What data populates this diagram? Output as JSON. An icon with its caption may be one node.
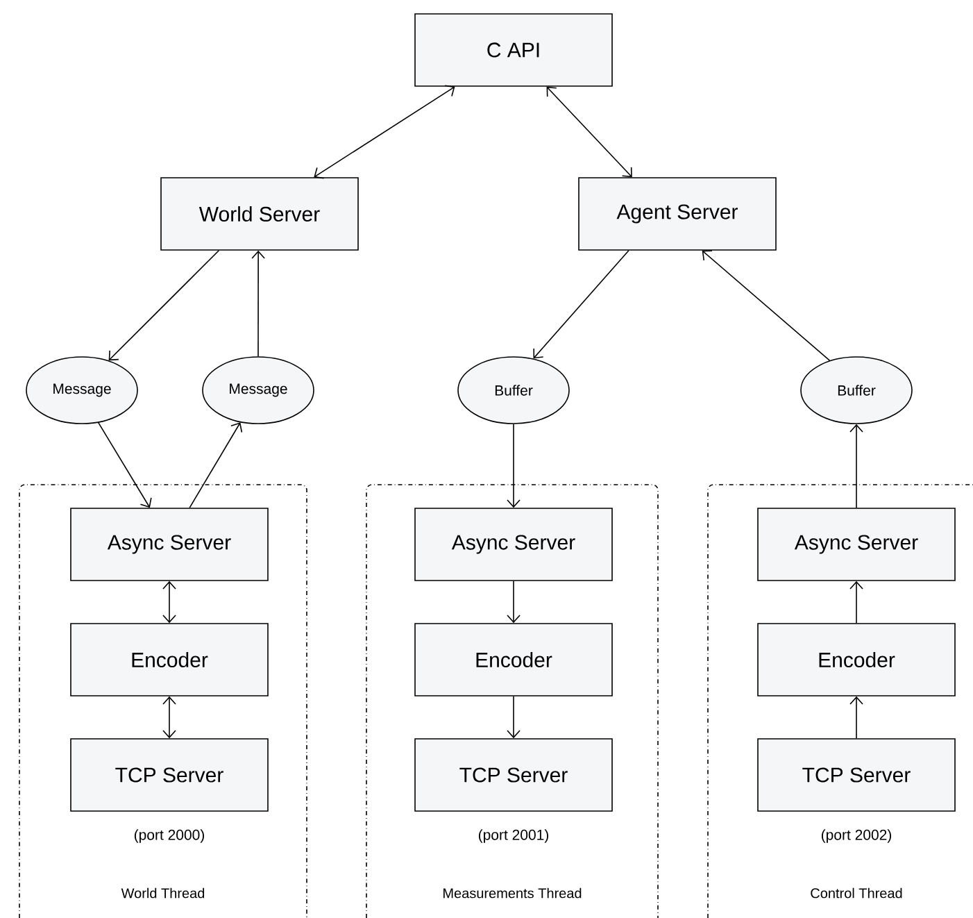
{
  "diagram": {
    "nodes": [
      {
        "text": [
          "C API"
        ]
      },
      {
        "text": [
          "World Server"
        ]
      },
      {
        "text": [
          "Agent Server"
        ]
      },
      {
        "text": [
          "Message"
        ]
      },
      {
        "text": [
          "Message"
        ]
      },
      {
        "text": [
          "Buffer"
        ]
      },
      {
        "text": [
          "Buffer"
        ]
      },
      {
        "text": [
          "World Thread"
        ]
      },
      {
        "text": [
          "Async Server"
        ],
        "in": 7
      },
      {
        "text": [
          "Encoder"
        ],
        "in": 7
      },
      {
        "text": [
          "TCP Server"
        ],
        "in": 7,
        "beside": [
          "(port 2000)"
        ]
      },
      {
        "text": [
          "Measurements Thread"
        ]
      },
      {
        "text": [
          "Async Server"
        ],
        "in": 11
      },
      {
        "text": [
          "Encoder"
        ],
        "in": 11
      },
      {
        "text": [
          "TCP Server"
        ],
        "in": 11,
        "beside": [
          "(port 2001)"
        ]
      },
      {
        "text": [
          "Control Thread"
        ]
      },
      {
        "text": [
          "Async Server"
        ],
        "in": 15
      },
      {
        "text": [
          "Encoder"
        ],
        "in": 15
      },
      {
        "text": [
          "TCP Server"
        ],
        "in": 15,
        "beside": [
          "(port 2002)"
        ]
      }
    ],
    "edges": [
      {
        "from": 0,
        "to": 1,
        "arrow": "both"
      },
      {
        "from": 0,
        "to": 2,
        "arrow": "both"
      },
      {
        "from": 1,
        "to": 3,
        "arrow": "to"
      },
      {
        "from": 4,
        "to": 1,
        "arrow": "to"
      },
      {
        "from": 2,
        "to": 5,
        "arrow": "to"
      },
      {
        "from": 6,
        "to": 2,
        "arrow": "to"
      },
      {
        "from": 3,
        "to": 8,
        "arrow": "to"
      },
      {
        "from": 8,
        "to": 4,
        "arrow": "to"
      },
      {
        "from": 5,
        "to": 12,
        "arrow": "to"
      },
      {
        "from": 16,
        "to": 6,
        "arrow": "to"
      },
      {
        "from": 8,
        "to": 9,
        "arrow": "both"
      },
      {
        "from": 9,
        "to": 10,
        "arrow": "both"
      },
      {
        "from": 12,
        "to": 13,
        "arrow": "to"
      },
      {
        "from": 13,
        "to": 14,
        "arrow": "to"
      },
      {
        "from": 17,
        "to": 16,
        "arrow": "to"
      },
      {
        "from": 18,
        "to": 17,
        "arrow": "to"
      }
    ]
  }
}
